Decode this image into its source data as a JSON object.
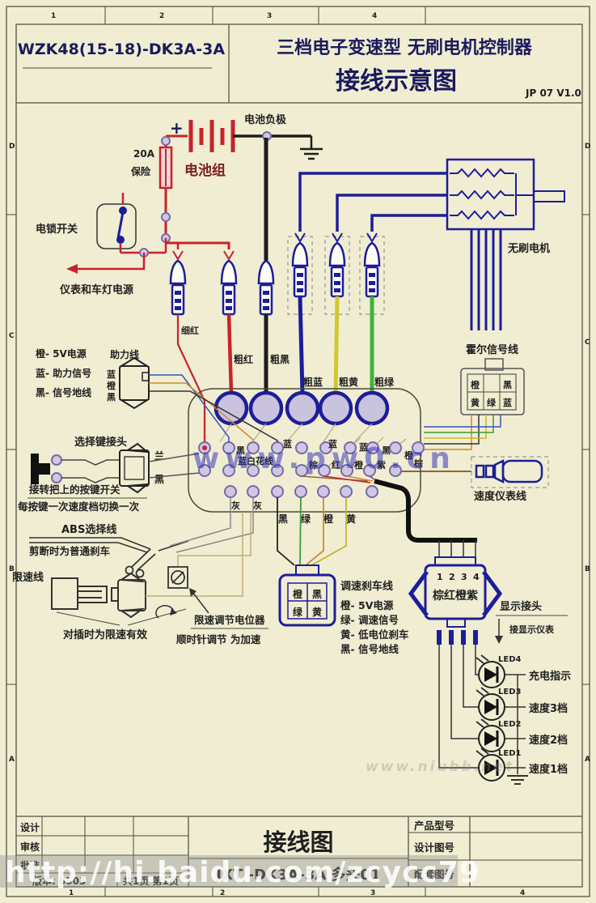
{
  "header": {
    "model": "WZK48(15-18)-DK3A-3A",
    "line1": "三档电子变速型  无刷电机控制器",
    "line2": "接线示意图",
    "rev": "JP 07 V1.0"
  },
  "frame": {
    "ticks": [
      "1",
      "2",
      "3",
      "4"
    ],
    "letters": [
      "D",
      "C",
      "B",
      "A"
    ]
  },
  "battery": {
    "plus": "+",
    "pack": "电池组",
    "negative": "电池负极",
    "fuse_amp": "20A",
    "fuse": "保险"
  },
  "power": {
    "lock": "电锁开关",
    "inst": "仪表和车灯电源",
    "thin_red": "细红",
    "thick_red": "粗红",
    "thick_black": "粗黑",
    "thick_blue": "粗蓝",
    "thick_yellow": "粗黄",
    "thick_green": "粗绿"
  },
  "assist": {
    "legend": [
      "橙- 5V电源",
      "蓝- 助力信号",
      "黑- 信号地线"
    ],
    "label": "助力线",
    "pins": [
      "蓝",
      "橙",
      "黑"
    ]
  },
  "selectkey": {
    "title": "选择键接头",
    "pin_blue": "兰",
    "pin_black": "黑",
    "note1": "接转把上的按键开关",
    "note2": "每按键一次速度档切换一次"
  },
  "abs": {
    "label": "ABS选择线",
    "note": "剪断时为普通刹车"
  },
  "limit": {
    "label": "限速线",
    "note": "对插时为限速有效",
    "pot": "限速调节电位器",
    "pot_note": "顺时针调节 为加速"
  },
  "motor": {
    "label": "无刷电机"
  },
  "hall": {
    "label": "霍尔信号线",
    "top": [
      "橙",
      "黑"
    ],
    "bottom": [
      "黄",
      "绿",
      "蓝"
    ]
  },
  "speedmeter": {
    "label": "速度仪表线",
    "wire": "棕"
  },
  "controller": {
    "row1": [
      "黑",
      "蓝",
      "蓝",
      "蓝",
      "黑",
      "橙"
    ],
    "bluewhite": "蓝白花线",
    "row2": [
      "棕",
      "红",
      "橙",
      "紫"
    ],
    "gray": [
      "灰",
      "灰"
    ],
    "bottom": [
      "黑",
      "绿",
      "橙",
      "黄"
    ]
  },
  "brake": {
    "title": "调速刹车线",
    "legend": [
      "橙- 5V电源",
      "绿- 调速信号",
      "黄- 低电位刹车",
      "黑- 信号地线"
    ],
    "pins": [
      "橙",
      "黑",
      "绿",
      "黄"
    ]
  },
  "display": {
    "label": "棕红橙紫",
    "pins": [
      "1",
      "2",
      "3",
      "4"
    ],
    "title": "显示接头",
    "note": "接显示仪表",
    "leds": [
      {
        "id": "LED4",
        "label": "充电指示"
      },
      {
        "id": "LED3",
        "label": "速度3档"
      },
      {
        "id": "LED2",
        "label": "速度2档"
      },
      {
        "id": "LED1",
        "label": "速度1档"
      }
    ]
  },
  "titleblock": {
    "left": [
      "设计",
      "审核",
      "批准"
    ],
    "version": "版本: 0503",
    "pages": "共1页 第1页",
    "title": "接线图",
    "model": "JXT -DK3A-3A 多头01",
    "right": [
      "产品型号",
      "设计图号",
      "配套图号"
    ]
  },
  "watermarks": {
    "center": "www.pw0.cn",
    "bottom": "http://hi.baidu.com/zcycc79",
    "faint": "www.niubb.net"
  },
  "colors": {
    "red": "#c8232c",
    "blue": "#1d1d9a",
    "yellow": "#d0c832",
    "green": "#3cb43c",
    "orange": "#d2882a",
    "lavender": "#c9c3de",
    "background": "#f0edd2"
  }
}
